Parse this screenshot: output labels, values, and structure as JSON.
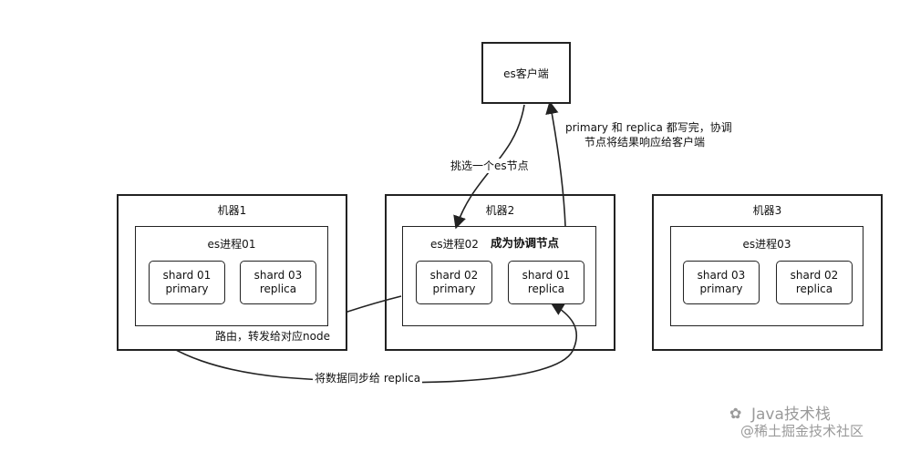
{
  "client": {
    "label": "es客户端"
  },
  "machines": [
    {
      "label": "机器1",
      "process": "es进程01",
      "shards": [
        {
          "line1": "shard 01",
          "line2": "primary"
        },
        {
          "line1": "shard 03",
          "line2": "replica"
        }
      ]
    },
    {
      "label": "机器2",
      "process": "es进程02",
      "role": "成为协调节点",
      "shards": [
        {
          "line1": "shard 02",
          "line2": "primary"
        },
        {
          "line1": "shard 01",
          "line2": "replica"
        }
      ]
    },
    {
      "label": "机器3",
      "process": "es进程03",
      "shards": [
        {
          "line1": "shard 03",
          "line2": "primary"
        },
        {
          "line1": "shard 02",
          "line2": "replica"
        }
      ]
    }
  ],
  "annotations": {
    "select_node": "挑选一个es节点",
    "response_line1": "primary 和 replica 都写完，协调",
    "response_line2": "节点将结果响应给客户端",
    "route": "路由，转发给对应node",
    "sync": "将数据同步给 replica"
  },
  "watermark": {
    "line1": "Java技术栈",
    "line2": "@稀土掘金技术社区"
  }
}
